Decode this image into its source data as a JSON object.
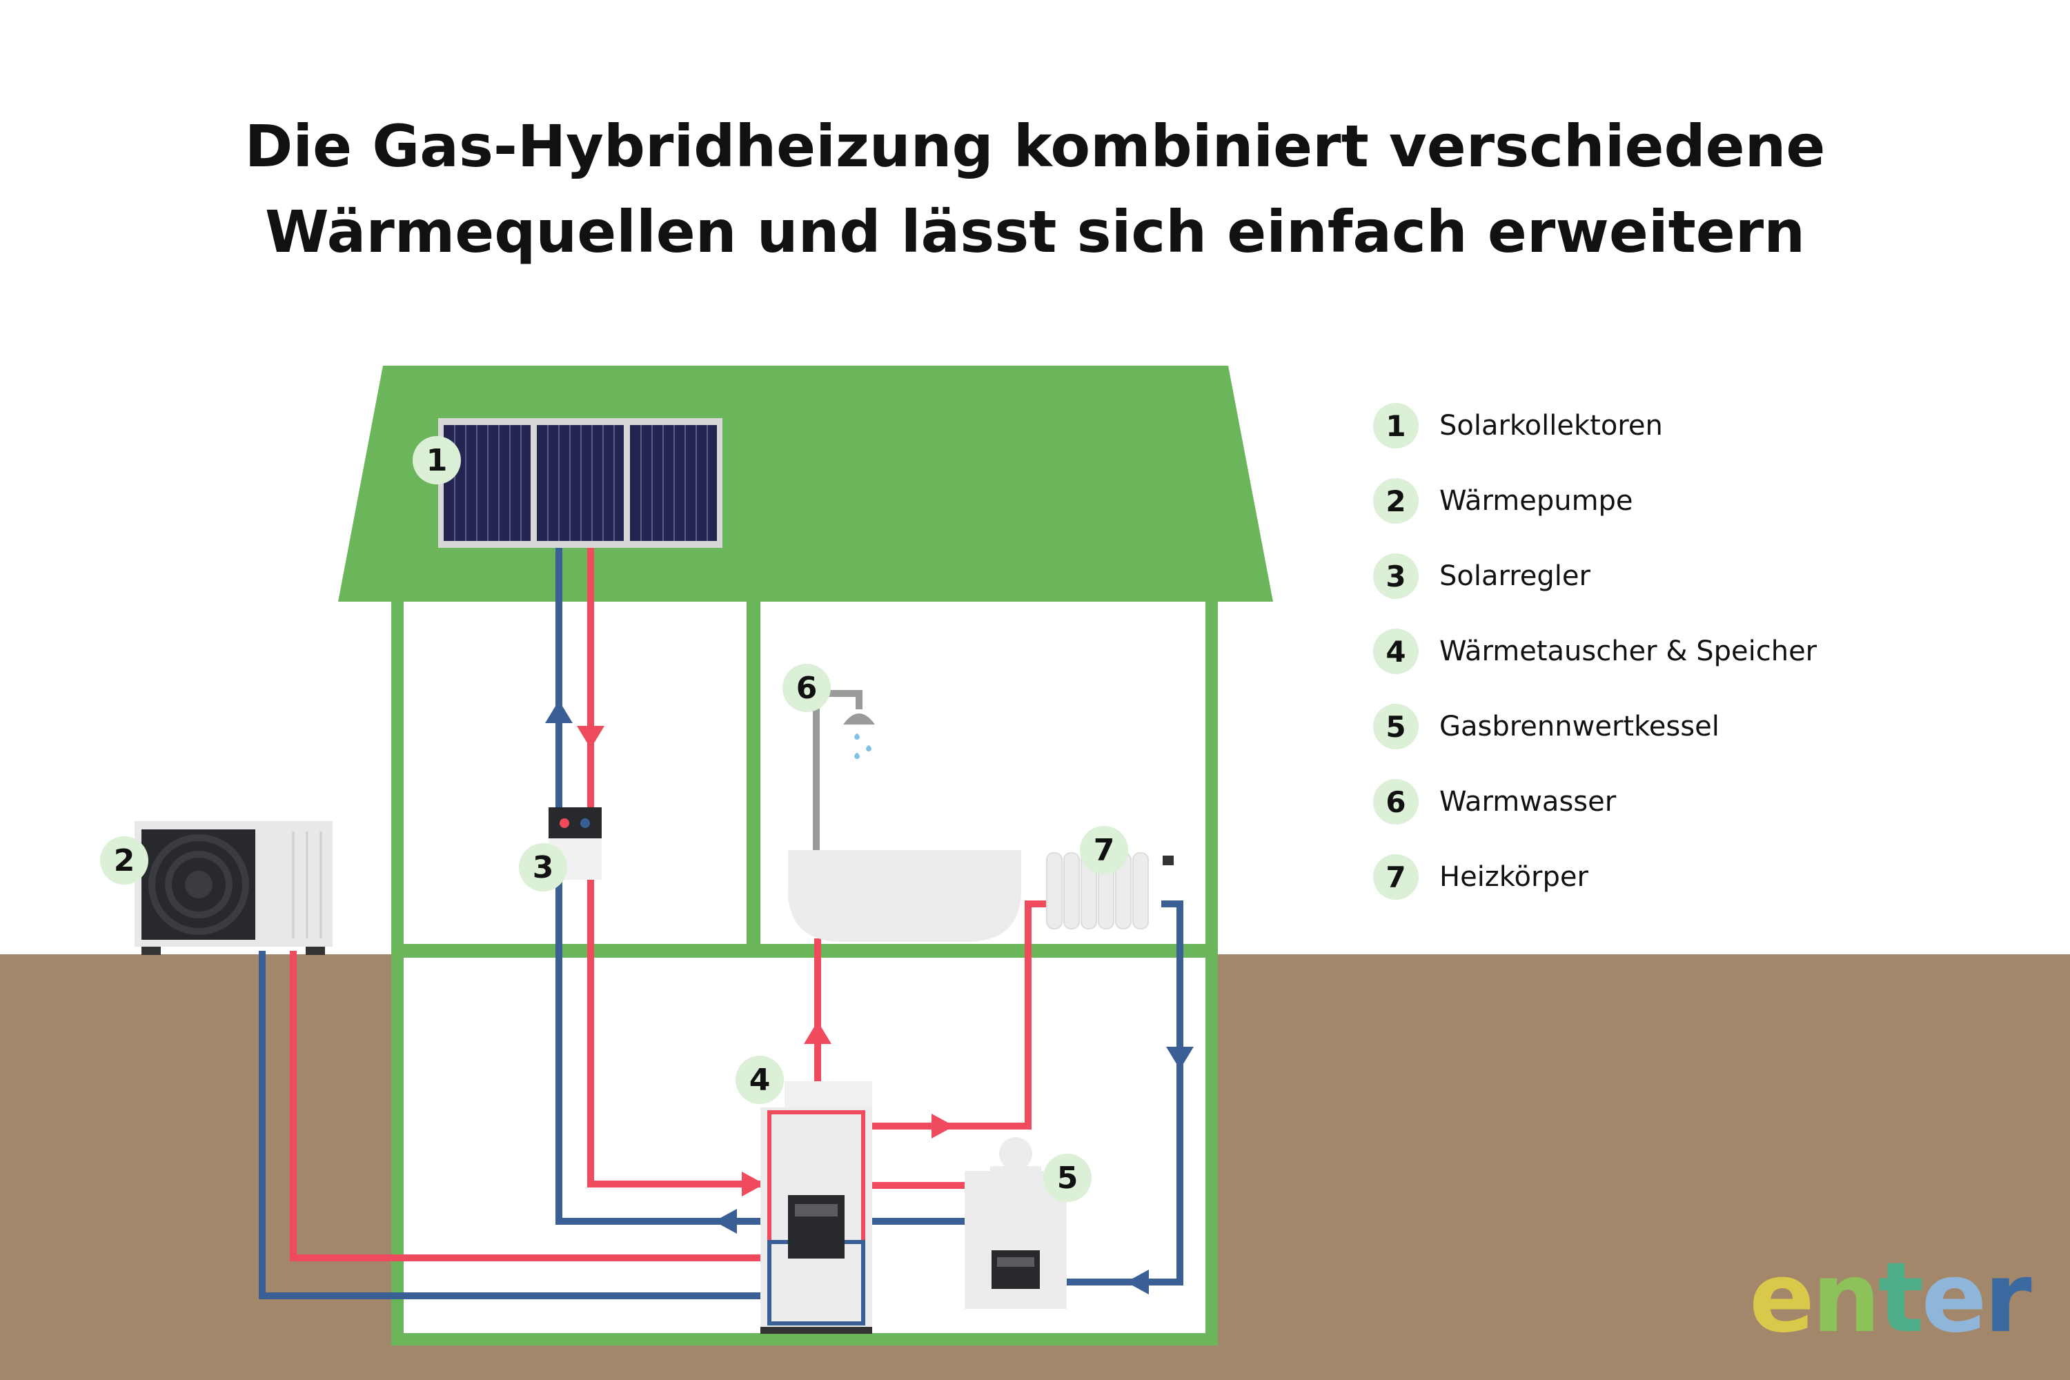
{
  "title": {
    "line1": "Die Gas-Hybridheizung kombiniert verschiedene",
    "line2": "Wärmequellen und lässt sich einfach erweitern"
  },
  "legend": [
    {
      "num": "1",
      "label": "Solarkollektoren"
    },
    {
      "num": "2",
      "label": "Wärmepumpe"
    },
    {
      "num": "3",
      "label": "Solarregler"
    },
    {
      "num": "4",
      "label": "Wärmetauscher & Speicher"
    },
    {
      "num": "5",
      "label": "Gasbrennwertkessel"
    },
    {
      "num": "6",
      "label": "Warmwasser"
    },
    {
      "num": "7",
      "label": "Heizkörper"
    }
  ],
  "badges": {
    "b1": "1",
    "b2": "2",
    "b3": "3",
    "b4": "4",
    "b5": "5",
    "b6": "6",
    "b7": "7"
  },
  "logo": {
    "text": "enter",
    "letters": [
      "e",
      "n",
      "t",
      "e",
      "r"
    ]
  },
  "colors": {
    "roof": "#6bb55a",
    "ground": "#a3876a",
    "hot": "#ef4b5c",
    "cold": "#3a5f95",
    "badge": "#dcefd7"
  }
}
